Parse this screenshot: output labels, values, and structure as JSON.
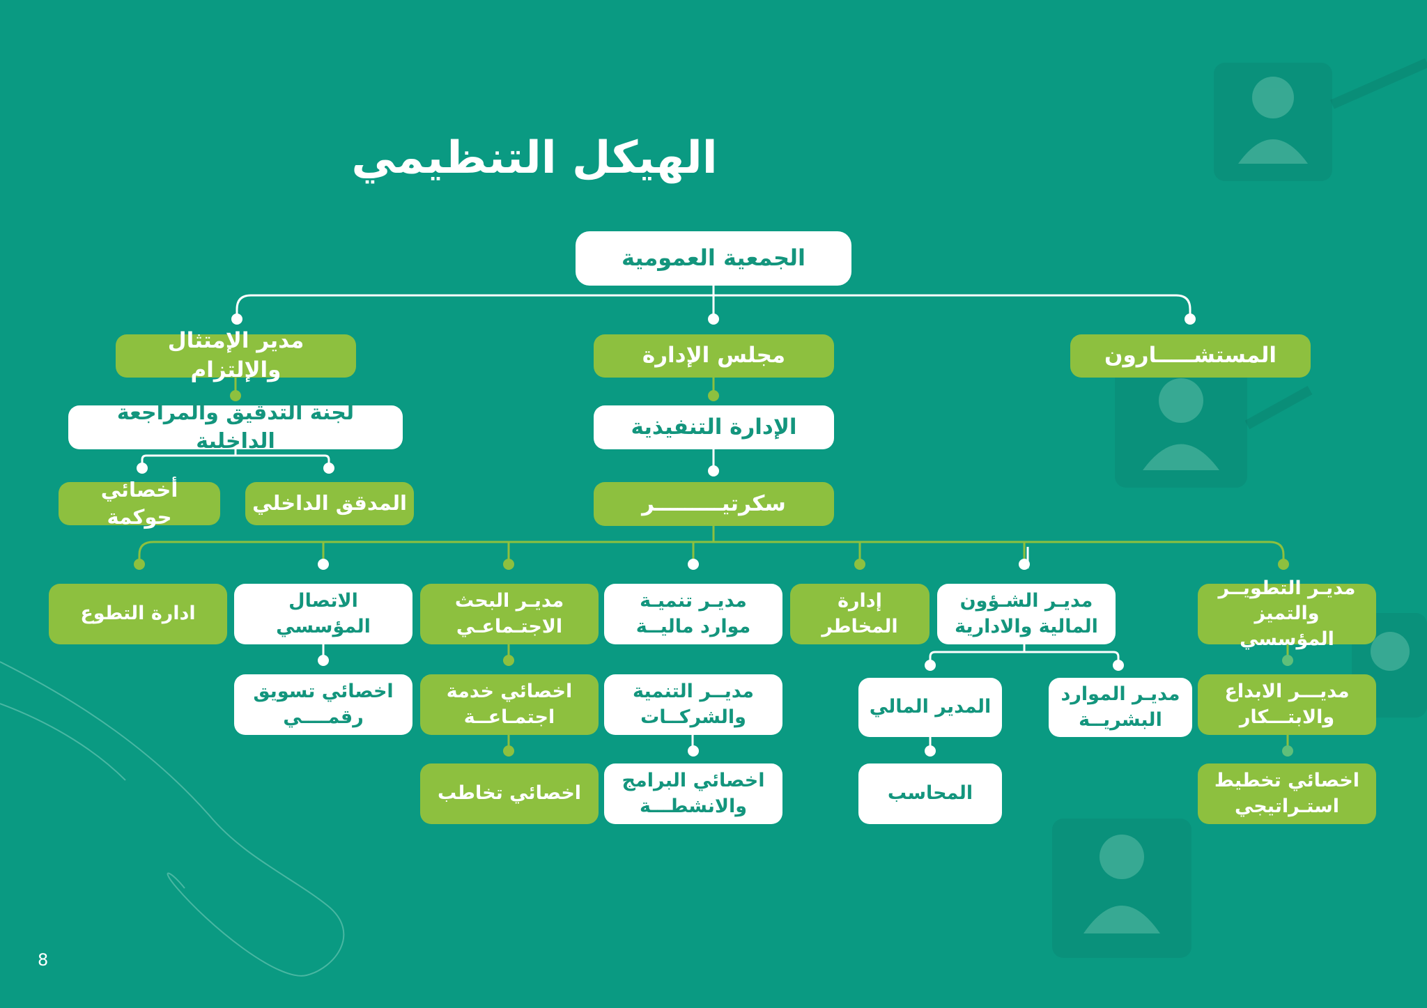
{
  "title": "الهيكل التنظيمي",
  "page_number": "8",
  "colors": {
    "background": "#0a9a82",
    "green": "#8dc03f",
    "white_box": "#ffffff",
    "teal_text": "#13957d"
  },
  "nodes": {
    "general_assembly": "الجمعية العمومية",
    "compliance_manager": "مدير الإمتثال والإلتزام",
    "board": "مجلس الإدارة",
    "consultants": "المستشـــــارون",
    "audit_committee": "لجنة التدقيق والمراجعة الداخلية",
    "governance_specialist": "أخصائي حوكمة",
    "internal_auditor": "المدقق الداخلي",
    "executive_management": "الإدارة التنفيذية",
    "secretary": "سكرتيـــــــــر",
    "volunteering": "ادارة التطوع",
    "corporate_comm": "الاتصال المؤسسي",
    "social_research_l1": "مديـر البحث",
    "social_research_l2": "الاجتـماعـي",
    "resource_dev_l1": "مديـر تنميـة",
    "resource_dev_l2": "موارد ماليــة",
    "risk_mgmt": "إدارة المخاطر",
    "finance_admin_l1": "مديـر الشـؤون",
    "finance_admin_l2": "المالية والادارية",
    "inst_dev_l1": "مديـر التطويــر",
    "inst_dev_l2": "والتميز المؤسسي",
    "digital_marketing_l1": "اخصائي تسويق",
    "digital_marketing_l2": "رقمــــي",
    "social_service_l1": "اخصائي خدمة",
    "social_service_l2": "اجتمـاعــة",
    "dev_partnerships_l1": "مديــر التنمية",
    "dev_partnerships_l2": "والشركــات",
    "cfo": "المدير المالي",
    "hr_manager_l1": "مديـر الموارد",
    "hr_manager_l2": "البشريــة",
    "innovation_l1": "مديـــر الابداع",
    "innovation_l2": "والابتـــكار",
    "communication_specialist": "اخصائي تخاطب",
    "programs_l1": "اخصائي البرامج",
    "programs_l2": "والانشطـــة",
    "accountant": "المحاسب",
    "strategic_planning_l1": "اخصائي تخطيط",
    "strategic_planning_l2": "استـراتيجي"
  }
}
